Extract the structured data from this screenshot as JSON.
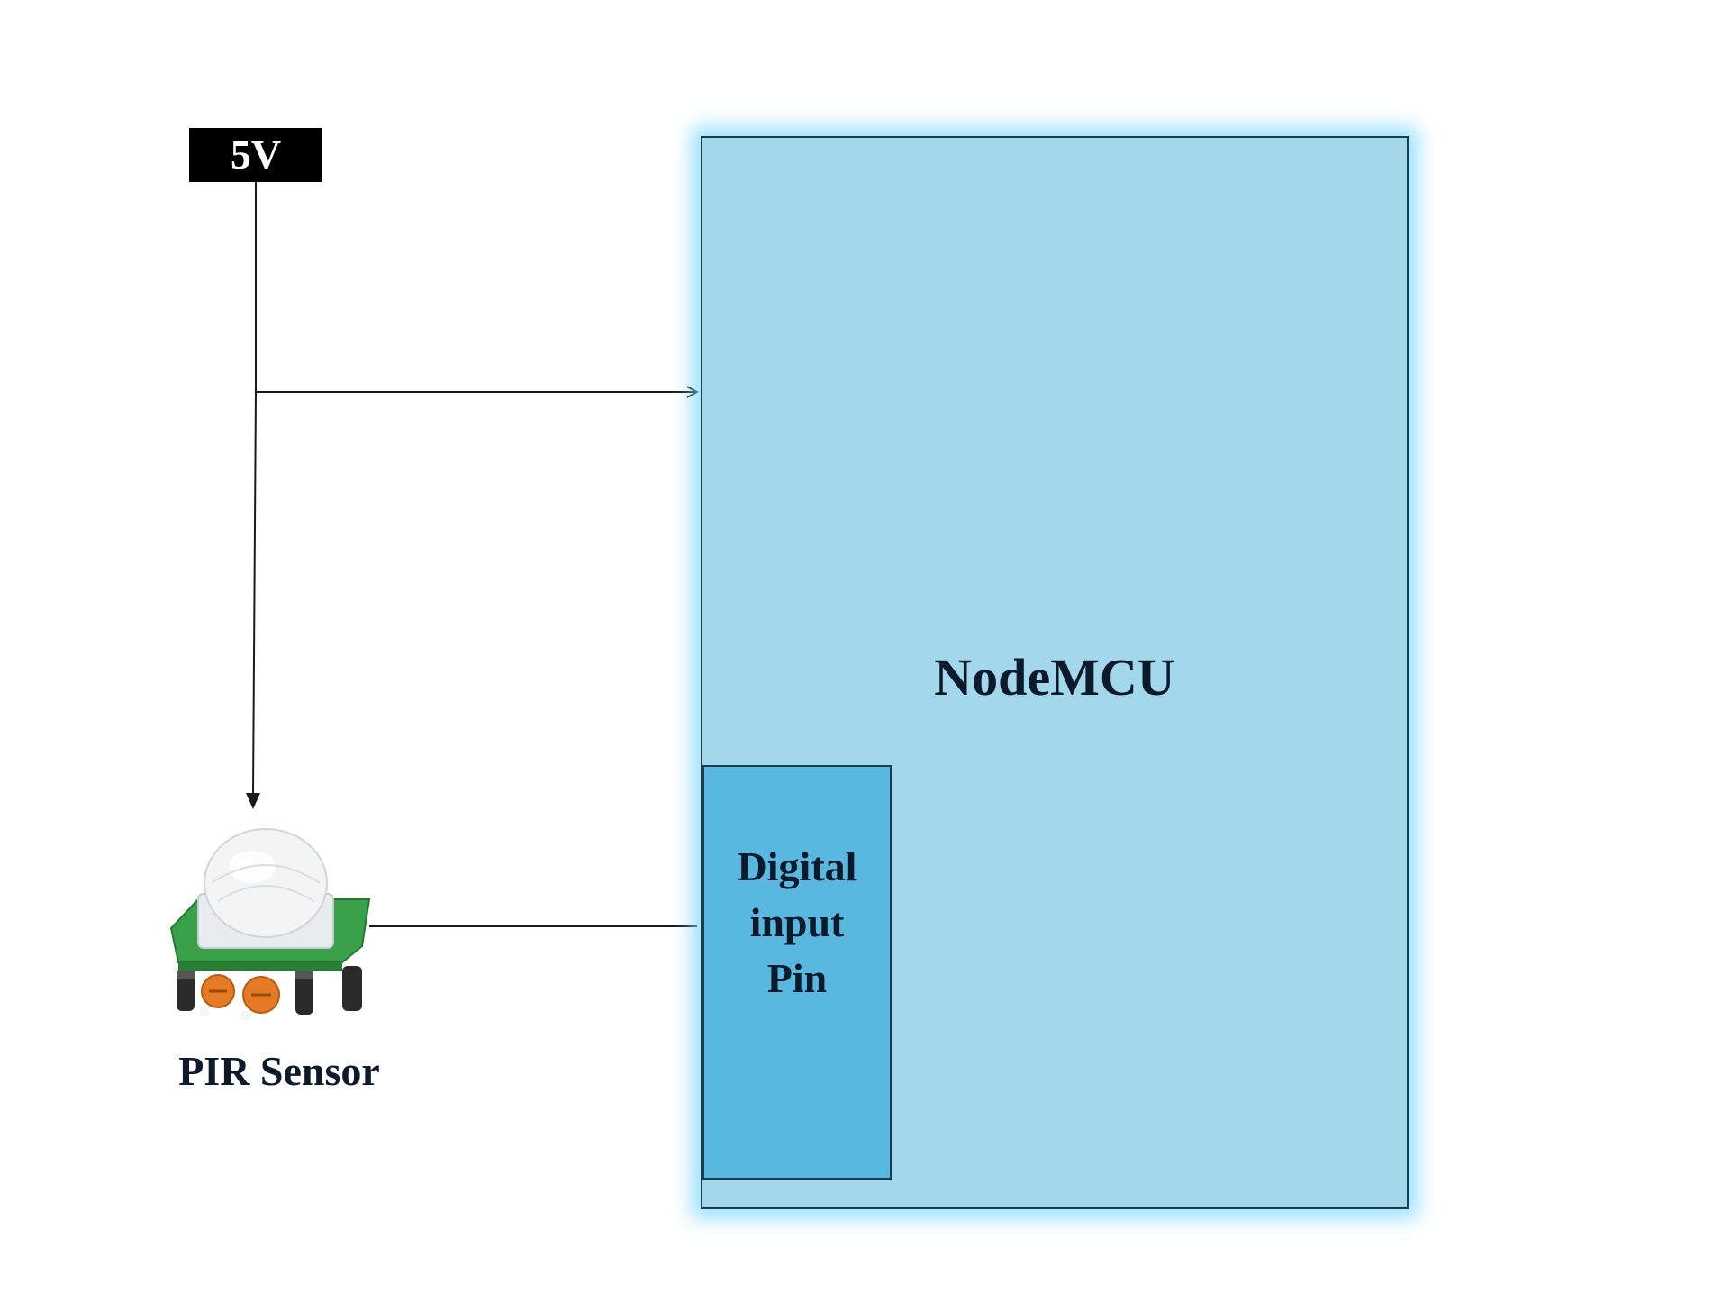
{
  "power": {
    "label": "5V"
  },
  "board": {
    "title": "NodeMCU",
    "pin_label": "Digital\ninput\nPin"
  },
  "sensor": {
    "label": "PIR Sensor",
    "icon": "pir-sensor-icon"
  },
  "colors": {
    "board_fill": "#a3d7ec",
    "pin_fill": "#58b8e0",
    "board_glow": "#78d7ff",
    "wire": "#1a1a1a",
    "power_box": "#000000"
  }
}
